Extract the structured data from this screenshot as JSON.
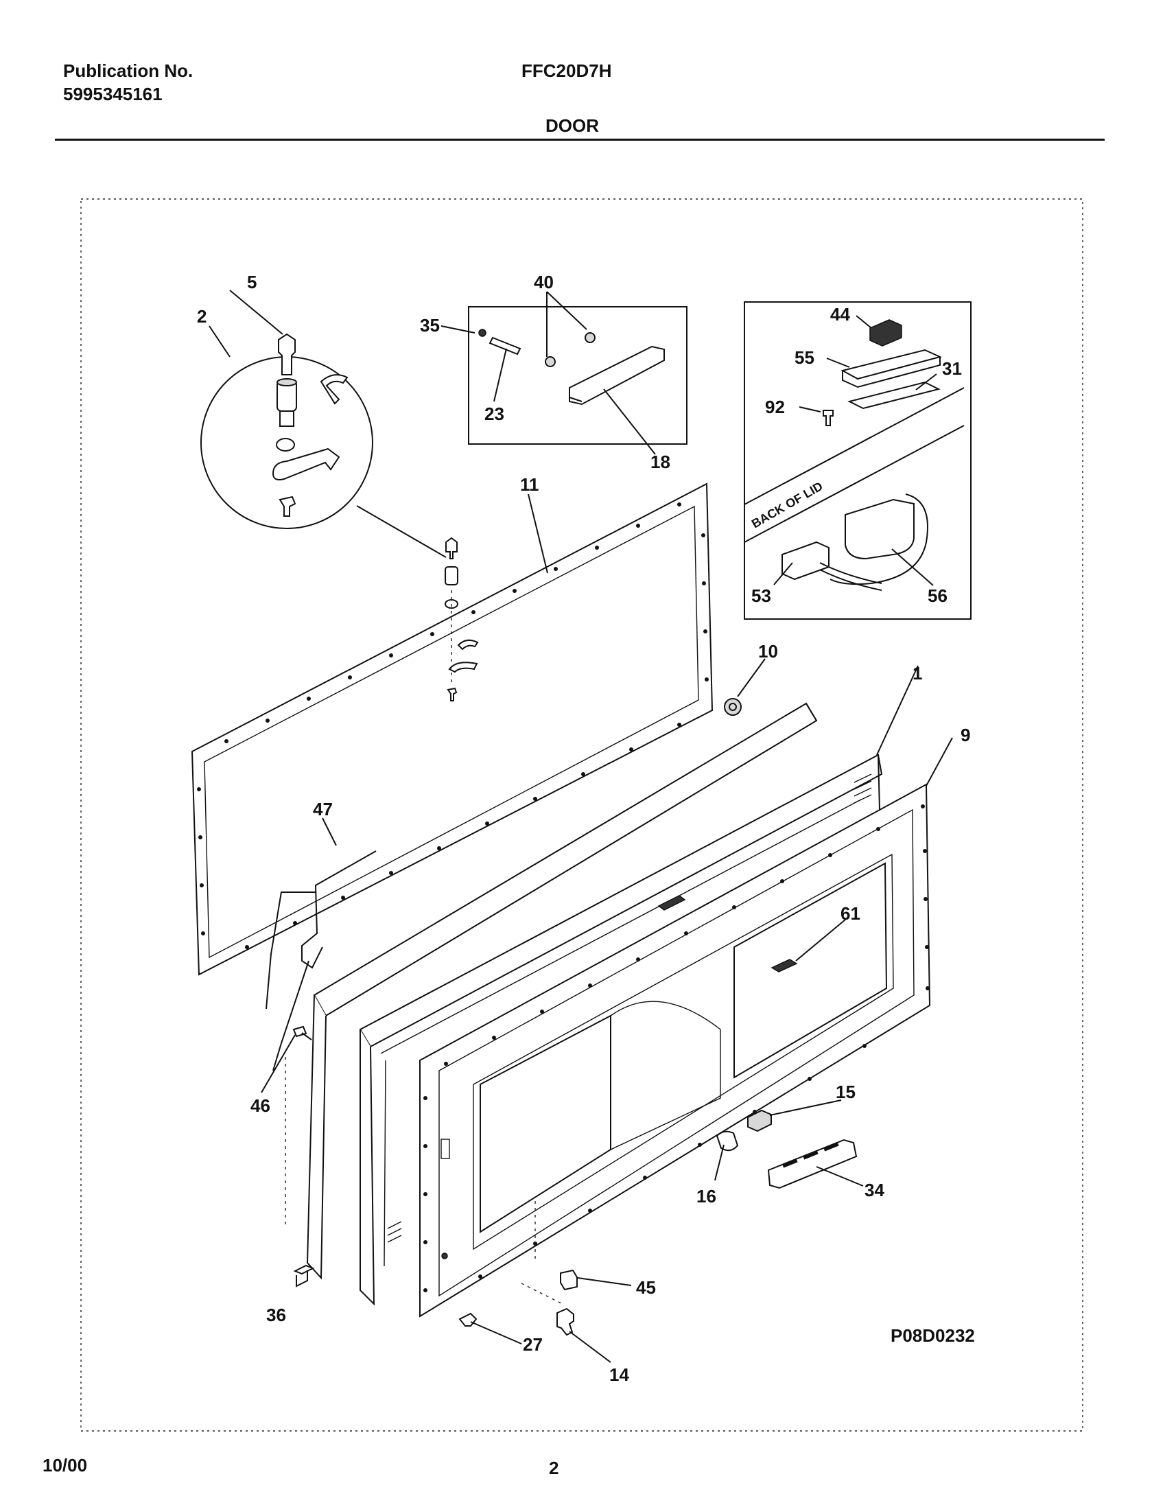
{
  "header": {
    "publication_label": "Publication No.",
    "publication_number": "5995345161",
    "model": "FFC20D7H",
    "section_title": "DOOR"
  },
  "footer": {
    "date": "10/00",
    "page_number": "2"
  },
  "diagram": {
    "drawing_id": "P08D0232",
    "inset_text": "BACK OF LID",
    "callouts": {
      "c1": "1",
      "c2": "2",
      "c5": "5",
      "c9": "9",
      "c10": "10",
      "c11": "11",
      "c14": "14",
      "c15": "15",
      "c16": "16",
      "c18": "18",
      "c23": "23",
      "c27": "27",
      "c31": "31",
      "c34": "34",
      "c35": "35",
      "c36": "36",
      "c40": "40",
      "c44": "44",
      "c45": "45",
      "c46": "46",
      "c47": "47",
      "c53": "53",
      "c55": "55",
      "c56": "56",
      "c61": "61",
      "c92": "92"
    }
  }
}
